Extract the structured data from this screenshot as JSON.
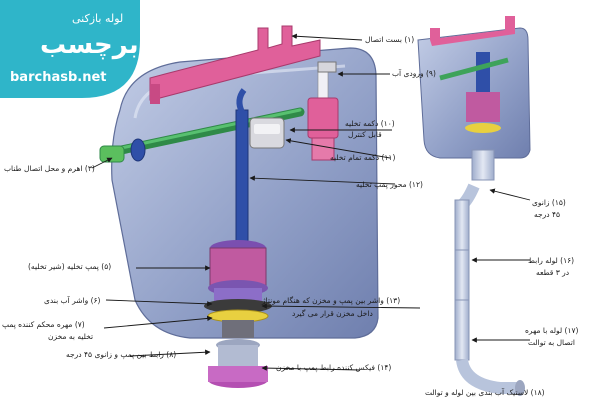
{
  "brand": {
    "line1": "لوله بازکنی",
    "line2": "برچسب",
    "site": "barchasb.net",
    "color": "#2fb5c9"
  },
  "labels": {
    "l1": "(۱) بست اتصال",
    "l9": "(۹) ورودی آب",
    "l10a": "(۱۰) دکمه تخلیه",
    "l10b": "قابل کنترل",
    "l11": "(۱۱) دکمه تمام تخلیه",
    "l3": "(۳) اهرم و محل اتصال طناب",
    "l12": "(۱۲) محور پمپ تخلیه",
    "l5": "(۵) پمپ تخلیه (شیر تخلیه)",
    "l6": "(۶) واشر آب بندی",
    "l7a": "(۷) مهره محکم کننده پمپ",
    "l7b": "تخلیه به مخزن",
    "l13a": "(۱۳) واشر بین پمپ و مخزن که هنگام مونتاژ",
    "l13b": "داخل مخزن قرار می گیرد",
    "l8": "(۸) رابط بین پمپ و زانوی ۴۵ درجه",
    "l14": "(۱۴) فیکس کننده رابط پمپ با مخزن",
    "l15a": "(۱۵) زانوی",
    "l15b": "۴۵ درجه",
    "l16a": "(۱۶) لوله رابط",
    "l16b": "در ۳ قطعه",
    "l17a": "(۱۷) لوله با مهره",
    "l17b": "اتصال به توالت",
    "l18": "(۱۸) لاستیک آب بندی بین لوله و توالت"
  },
  "colors": {
    "tank": "#9aa8cc",
    "tank_dark": "#6f7fae",
    "pink": "#e0609a",
    "green": "#3ea35a",
    "blue_rod": "#2f4fa8",
    "purple": "#7a55b0",
    "yellow": "#e8d040",
    "pipe": "#b8c4dc"
  }
}
